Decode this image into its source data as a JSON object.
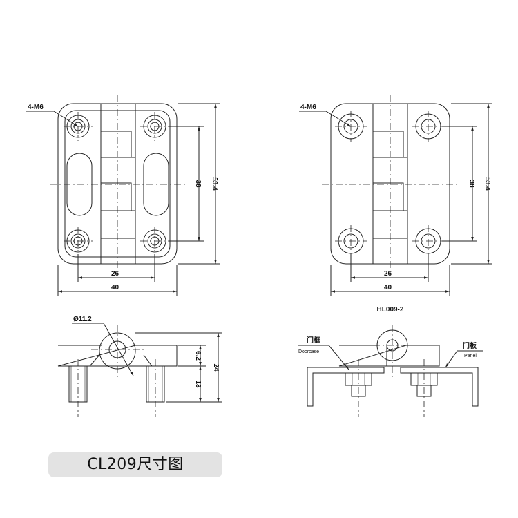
{
  "caption": "CL209尺寸图",
  "left_front": {
    "thread": "4-M6",
    "dim_width": "40",
    "dim_hole_spacing": "26",
    "dim_inner_height": "38",
    "dim_height": "53.4"
  },
  "right_front": {
    "thread": "4-M6",
    "dim_width": "40",
    "dim_hole_spacing": "26",
    "dim_inner_height": "38",
    "dim_height": "53.4",
    "model": "HL009-2"
  },
  "left_side": {
    "diameter": "Ø11.2",
    "dim_top": "6.2",
    "dim_stud": "13",
    "dim_total": "24"
  },
  "right_side": {
    "left_label_cn": "门框",
    "left_label_en": "Doorcase",
    "right_label_cn": "门板",
    "right_label_en": "Panel"
  },
  "colors": {
    "line": "#222222",
    "caption_bg": "#e3e3e3"
  }
}
